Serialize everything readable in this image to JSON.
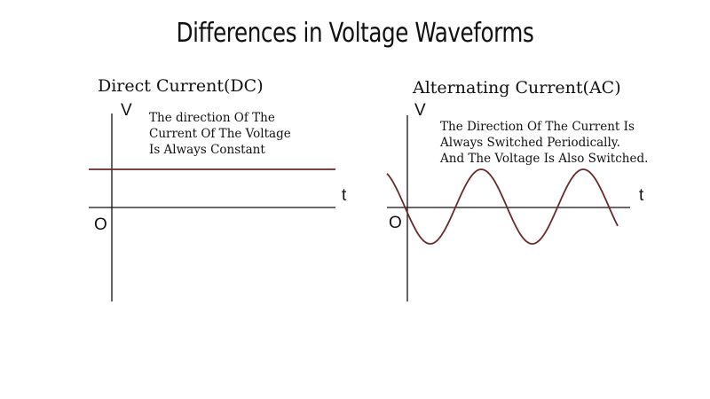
{
  "title": "Differences in Voltage Waveforms",
  "dc": {
    "title": "Direct Current(DC)",
    "y_axis": "V",
    "x_axis": "t",
    "origin": "O",
    "note": "The direction Of The\nCurrent Of The Voltage\nIs Always Constant"
  },
  "ac": {
    "title": "Alternating Current(AC)",
    "y_axis": "V",
    "x_axis": "t",
    "origin": "O",
    "note": "The Direction Of The Current Is\nAlways Switched Periodically.\nAnd The Voltage Is Also Switched."
  },
  "colors": {
    "axis": "#111111",
    "waveform": "#6b2a2a"
  }
}
